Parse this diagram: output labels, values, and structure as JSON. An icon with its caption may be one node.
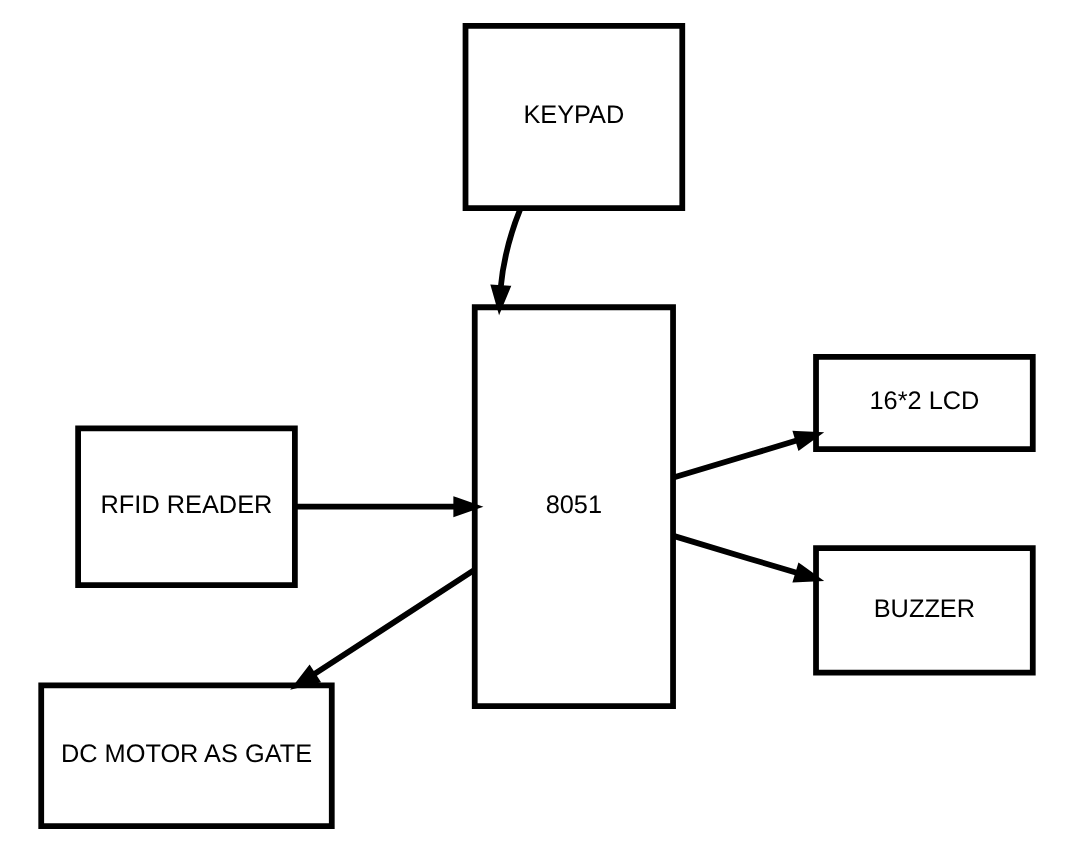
{
  "diagram": {
    "nodes": [
      {
        "text": [
          "KEYPAD"
        ]
      },
      {
        "text": [
          "RFID READER"
        ]
      },
      {
        "text": [
          "8051"
        ]
      },
      {
        "text": [
          "16*2 LCD"
        ]
      },
      {
        "text": [
          "DC MOTOR AS GATE"
        ]
      },
      {
        "text": [
          "BUZZER"
        ]
      }
    ],
    "edges": [
      {
        "from": 0,
        "to": 2,
        "arrow": "to"
      },
      {
        "from": 1,
        "to": 2,
        "arrow": "to"
      },
      {
        "from": 2,
        "to": 3,
        "arrow": "to"
      },
      {
        "from": 2,
        "to": 4,
        "arrow": "to"
      },
      {
        "from": 2,
        "to": 5,
        "arrow": "to"
      }
    ]
  }
}
